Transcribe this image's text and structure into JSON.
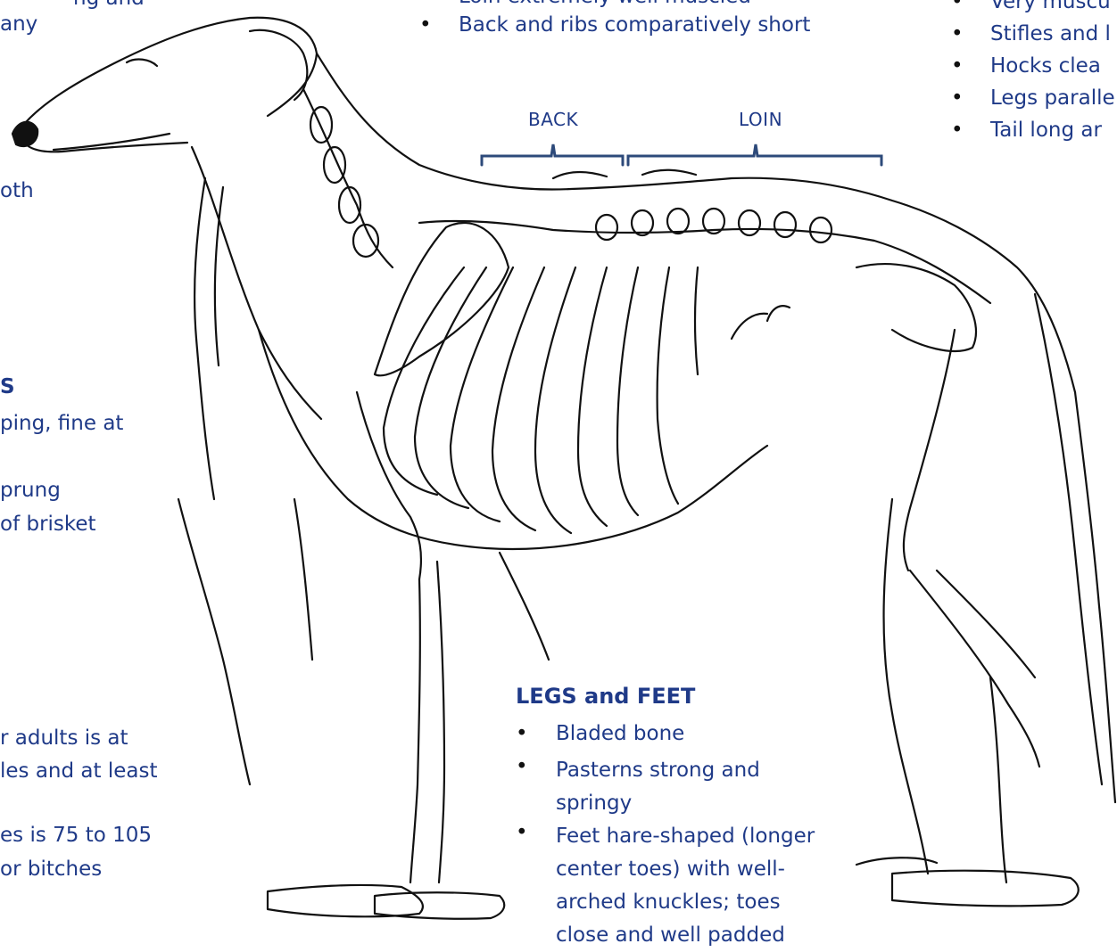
{
  "colors": {
    "text": "#1f3a88",
    "line": "#111111",
    "bracket": "#2d4a7a"
  },
  "left_fragments": {
    "top1": "ng and",
    "top2": "any",
    "mouth": "oth",
    "ribs_head": "S",
    "ribs1": "ping, fine at",
    "ribs2": "prung",
    "ribs3": "of brisket",
    "size1": "r adults is at",
    "size2": "les and at least",
    "size3": "es is 75 to 105",
    "size4": "or bitches"
  },
  "top_center": {
    "partial": "Loin extremely well muscled",
    "item": "Back and ribs comparatively short"
  },
  "top_right": {
    "items": [
      "Very muscu",
      "Stifles and l",
      "Hocks clea",
      "Legs paralle",
      "Tail long ar"
    ]
  },
  "labels": {
    "back": "BACK",
    "loin": "LOIN"
  },
  "legs_feet": {
    "heading": "LEGS and FEET",
    "items": [
      "Bladed bone",
      "Pasterns strong and|springy",
      "Feet hare-shaped (longer|center toes) with well-|arched knuckles; toes|close and well padded"
    ]
  }
}
